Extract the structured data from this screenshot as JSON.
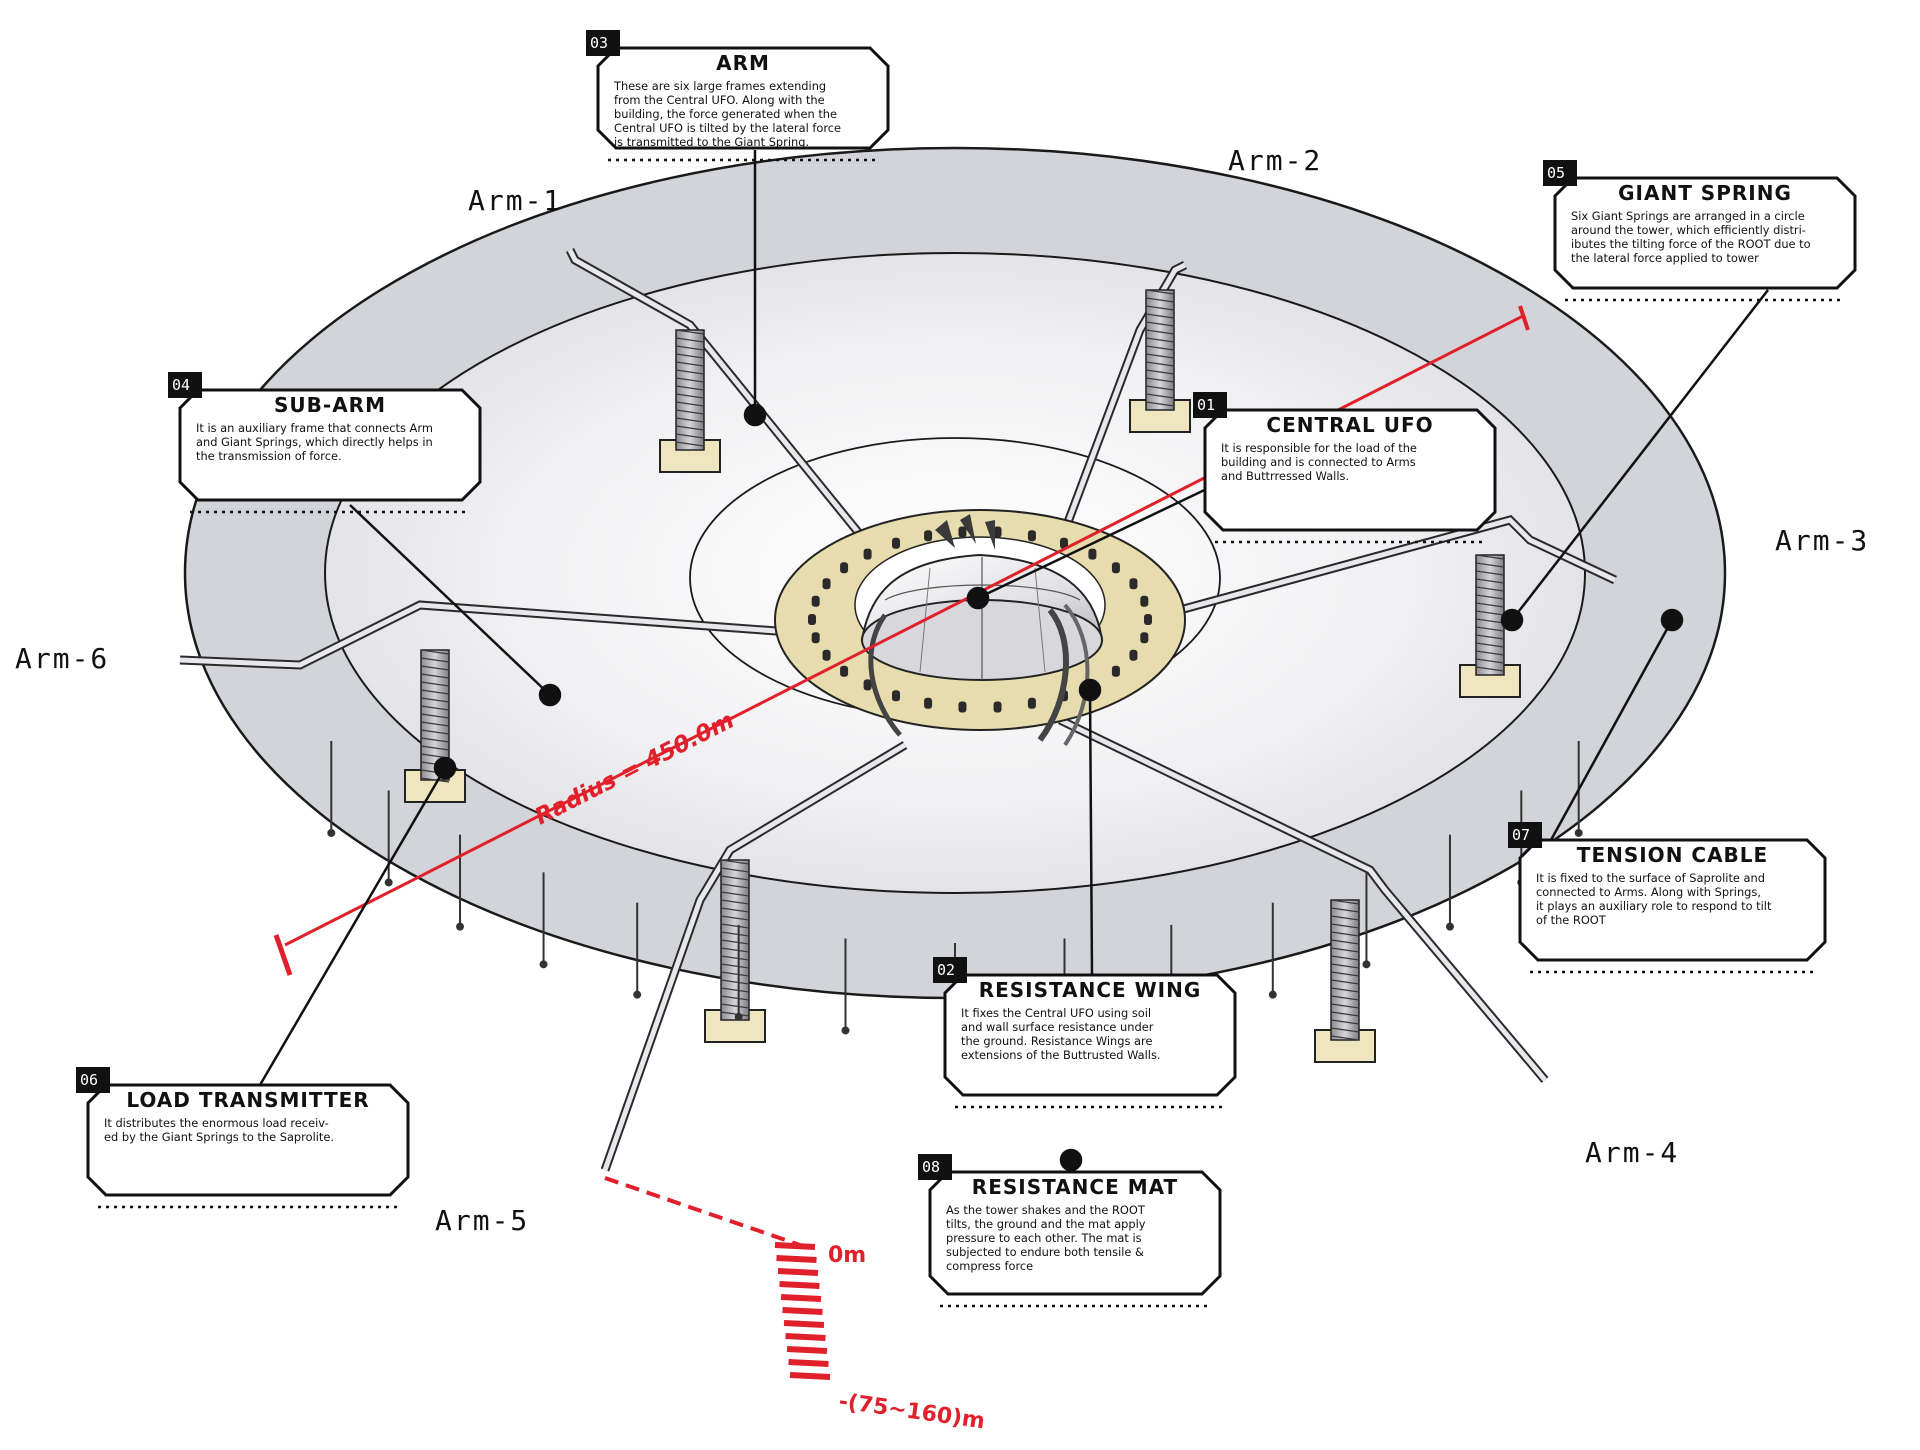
{
  "arm_labels": [
    "Arm-1",
    "Arm-2",
    "Arm-3",
    "Arm-4",
    "Arm-5",
    "Arm-6"
  ],
  "dimensions": {
    "radius": "Radius = 450.0m",
    "depth_top": "0m",
    "depth_bottom": "-(75~160)m"
  },
  "callouts": [
    {
      "id": "arm",
      "number": "03",
      "title": "ARM",
      "lines": [
        "These are six large frames extending",
        "from the Central UFO. Along with the",
        "building, the force generated when the",
        "Central UFO is tilted by the lateral force",
        "is transmitted to the Giant Spring."
      ]
    },
    {
      "id": "giant-spring",
      "number": "05",
      "title": "GIANT SPRING",
      "lines": [
        "Six Giant Springs are arranged in a circle",
        "around the tower, which efficiently distri-",
        "ibutes the tilting force of the ROOT due to",
        "the lateral force applied to tower"
      ]
    },
    {
      "id": "sub-arm",
      "number": "04",
      "title": "SUB-ARM",
      "lines": [
        "It is an auxiliary frame that connects Arm",
        "and Giant Springs, which directly helps in",
        "the transmission of force."
      ]
    },
    {
      "id": "central-ufo",
      "number": "01",
      "title": "CENTRAL UFO",
      "lines": [
        "It is responsible for the load of the",
        "building and is connected to Arms",
        "and Buttrressed Walls."
      ]
    },
    {
      "id": "tension-cable",
      "number": "07",
      "title": "TENSION CABLE",
      "lines": [
        "It is fixed to the surface of Saprolite and",
        "connected to Arms. Along with Springs,",
        "it plays an auxiliary role to respond to tilt",
        "of the ROOT"
      ]
    },
    {
      "id": "resistance-wing",
      "number": "02",
      "title": "RESISTANCE WING",
      "lines": [
        "It fixes the Central UFO using soil",
        "and wall surface resistance under",
        "the ground. Resistance Wings are",
        "extensions of the Buttrusted Walls."
      ]
    },
    {
      "id": "load-transmitter",
      "number": "06",
      "title": "LOAD TRANSMITTER",
      "lines": [
        "It distributes the enormous load receiv-",
        "ed by the Giant Springs to the Saprolite."
      ]
    },
    {
      "id": "resistance-mat",
      "number": "08",
      "title": "RESISTANCE MAT",
      "lines": [
        "As the tower shakes and the ROOT",
        "tilts, the ground and the mat apply",
        "pressure to each other. The mat is",
        "subjected to endure both tensile &",
        "compress force"
      ]
    }
  ],
  "colors": {
    "ring": "#cfcfd6",
    "ring_edge": "#1a1a1a",
    "base_ring": "#e7dcae",
    "dimension": "#e0202a",
    "callout_fill": "#ffffff",
    "callout_stroke": "#111111"
  }
}
